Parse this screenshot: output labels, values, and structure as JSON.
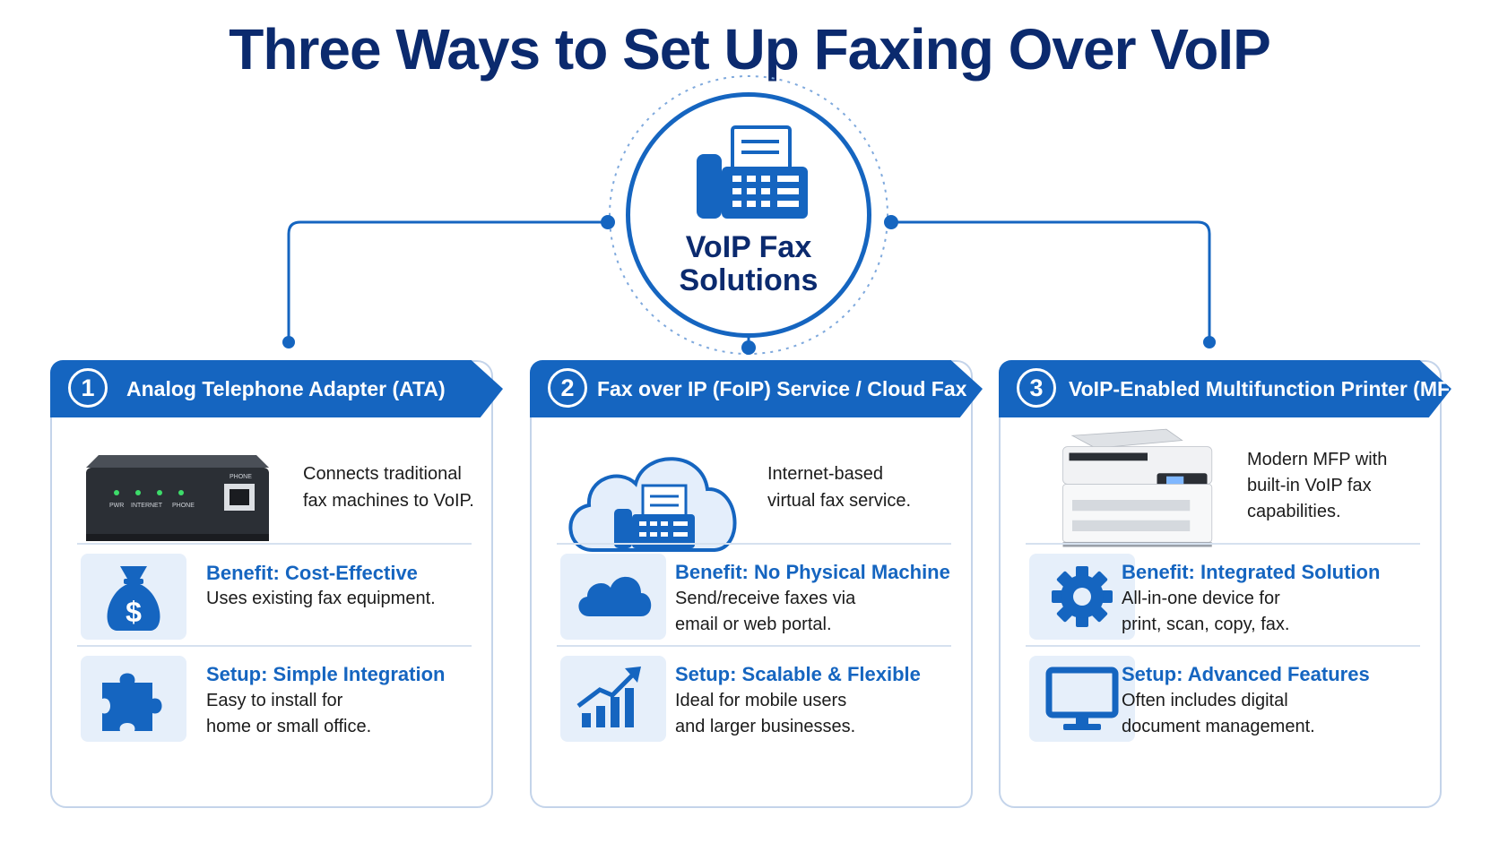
{
  "title": "Three Ways to Set Up Faxing Over VoIP",
  "hub": {
    "label": "VoIP Fax\nSolutions",
    "icon": "fax-machine-icon"
  },
  "colors": {
    "accent": "#1565c0",
    "title": "#0b2a6e",
    "icon_bg": "#e6effa",
    "card_border": "#c4d4ea"
  },
  "cards": [
    {
      "number": "1",
      "title": "Analog Telephone Adapter (ATA)",
      "image": "ata-device-image",
      "device_labels": {
        "port": "PHONE",
        "led1": "PWR",
        "led2": "INTERNET",
        "led3": "PHONE"
      },
      "description": "Connects traditional\nfax machines to VoIP.",
      "benefit": {
        "title": "Benefit: Cost-Effective",
        "text": "Uses existing fax equipment.",
        "icon": "money-bag-icon"
      },
      "setup": {
        "title": "Setup: Simple Integration",
        "text": "Easy to install for\nhome or small office.",
        "icon": "puzzle-piece-icon"
      }
    },
    {
      "number": "2",
      "title": "Fax over IP (FoIP) Service / Cloud Fax",
      "image": "cloud-fax-image",
      "description": "Internet-based\nvirtual fax service.",
      "benefit": {
        "title": "Benefit: No Physical Machine",
        "text": "Send/receive faxes via\nemail or web portal.",
        "icon": "cloud-icon"
      },
      "setup": {
        "title": "Setup: Scalable & Flexible",
        "text": "Ideal for mobile users\nand larger businesses.",
        "icon": "growth-chart-icon"
      }
    },
    {
      "number": "3",
      "title": "VoIP-Enabled Multifunction Printer (MFP)",
      "image": "mfp-printer-image",
      "description": "Modern MFP with\nbuilt-in VoIP fax\ncapabilities.",
      "benefit": {
        "title": "Benefit: Integrated Solution",
        "text": "All-in-one device for\nprint, scan, copy, fax.",
        "icon": "gear-icon"
      },
      "setup": {
        "title": "Setup: Advanced Features",
        "text": "Often includes digital\ndocument management.",
        "icon": "monitor-icon"
      }
    }
  ]
}
